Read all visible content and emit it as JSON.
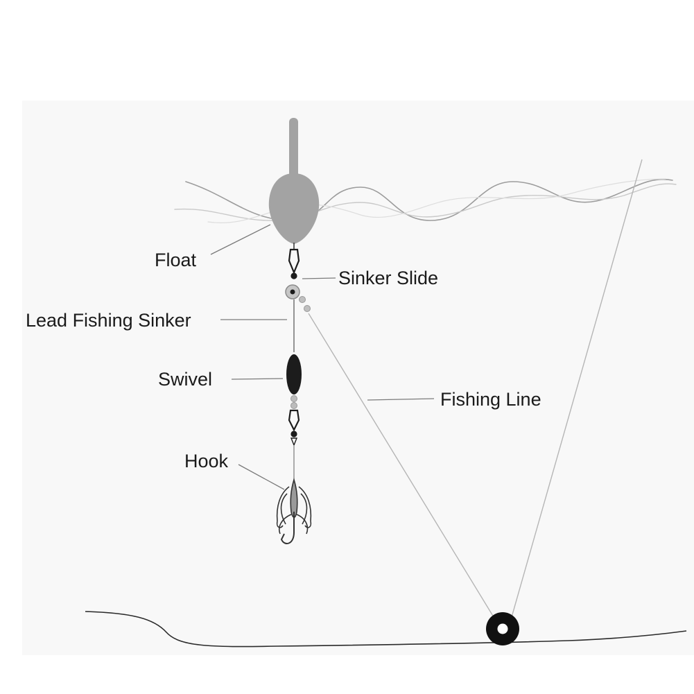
{
  "labels": {
    "float": "Float",
    "sinker_slide": "Sinker Slide",
    "lead_fishing_sinker": "Lead Fishing Sinker",
    "swivel": "Swivel",
    "fishing_line": "Fishing Line",
    "hook": "Hook"
  },
  "colors": {
    "float_body": "#a3a3a3",
    "component_dark": "#1c1c1c",
    "line_gray": "#9a9a9a",
    "background_panel": "#f8f8f8"
  }
}
